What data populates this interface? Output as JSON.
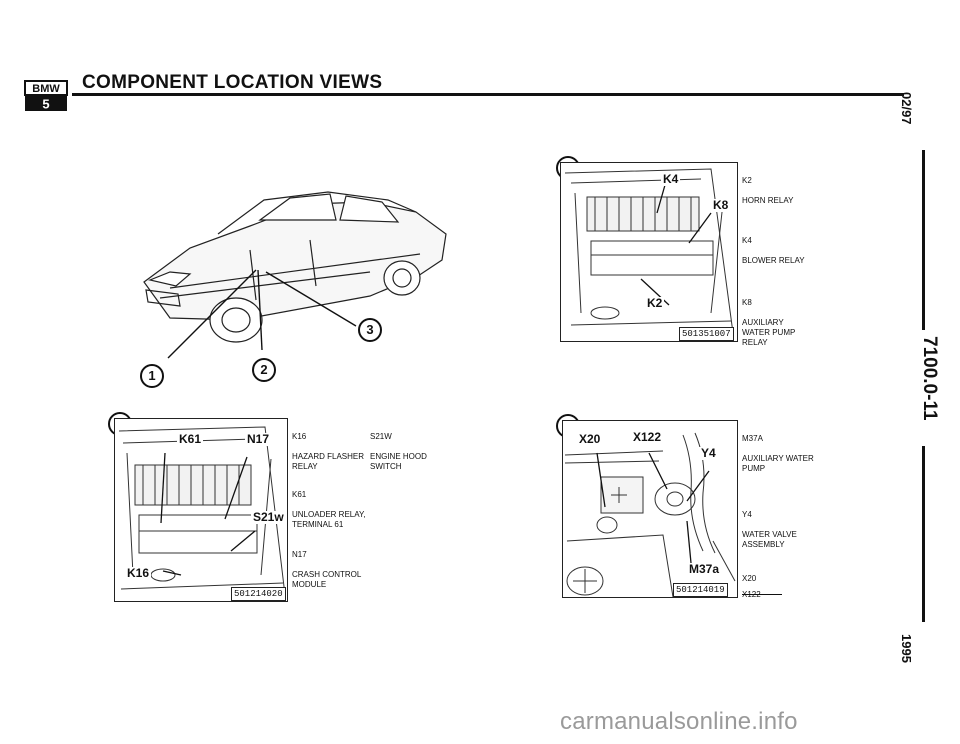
{
  "header": {
    "title": "COMPONENT LOCATION VIEWS",
    "logo_text": "BMW",
    "logo_series": "5"
  },
  "side": {
    "date": "02/97",
    "code": "7100.0-11",
    "year": "1995"
  },
  "car": {
    "callouts": [
      "1",
      "2",
      "3"
    ]
  },
  "view1": {
    "callout": "1",
    "part_number": "501351007",
    "labels": {
      "k4": "K4",
      "k8": "K8",
      "k2": "K2"
    },
    "legend": [
      {
        "code": "K2",
        "desc": "HORN RELAY"
      },
      {
        "code": "K4",
        "desc": "BLOWER RELAY"
      },
      {
        "code": "K8",
        "desc": "AUXILIARY WATER PUMP RELAY"
      }
    ]
  },
  "view2": {
    "callout": "2",
    "part_number": "501214020",
    "labels": {
      "k61": "K61",
      "n17": "N17",
      "s21w": "S21w",
      "k16": "K16"
    },
    "legend": [
      {
        "code": "K16",
        "desc": "HAZARD FLASHER RELAY"
      },
      {
        "code": "S21w",
        "desc": "ENGINE HOOD SWITCH"
      },
      {
        "code": "K61",
        "desc": "UNLOADER RELAY, TERMINAL 61"
      },
      {
        "code": "N17",
        "desc": "CRASH CONTROL MODULE"
      }
    ]
  },
  "view3": {
    "callout": "3",
    "part_number": "501214019",
    "labels": {
      "x20": "X20",
      "x122": "X122",
      "y4": "Y4",
      "m37a": "M37a"
    },
    "legend": [
      {
        "code": "M37a",
        "desc": "AUXILIARY WATER PUMP"
      },
      {
        "code": "Y4",
        "desc": "WATER VALVE ASSEMBLY"
      },
      {
        "code": "X20",
        "desc": ""
      },
      {
        "code": "X122",
        "desc": ""
      }
    ]
  },
  "footer": {
    "watermark": "carmanualsonline.info"
  }
}
